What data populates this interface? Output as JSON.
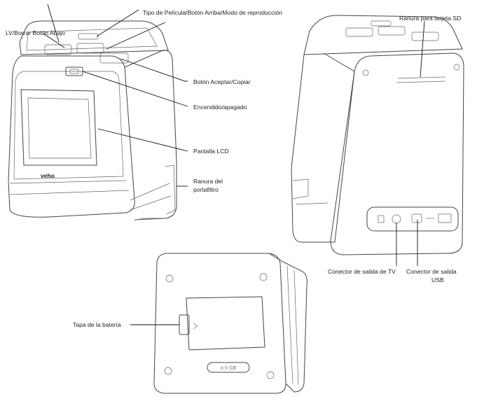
{
  "labels": {
    "lv_erase_down": "LV/Borrar Botón Abajo",
    "film_type_up_mode": "Tipo de Película/Botón Arriba/Modo de reproducción",
    "accept_copy": "Botón Aceptar/Copiar",
    "power": "Encendido/apagado",
    "lcd": "Pantalla LCD",
    "holder_slot_line1": "Ranura del",
    "holder_slot_line2": "portafiltro",
    "sd_slot": "Ranura para tarjeta SD",
    "tv_out": "Conector de salida de TV",
    "usb_out_line1": "Conector de salida",
    "usb_out_line2": "USB",
    "battery_cover": "Tapa de la batería"
  },
  "device": {
    "brand_logo": "veho"
  }
}
